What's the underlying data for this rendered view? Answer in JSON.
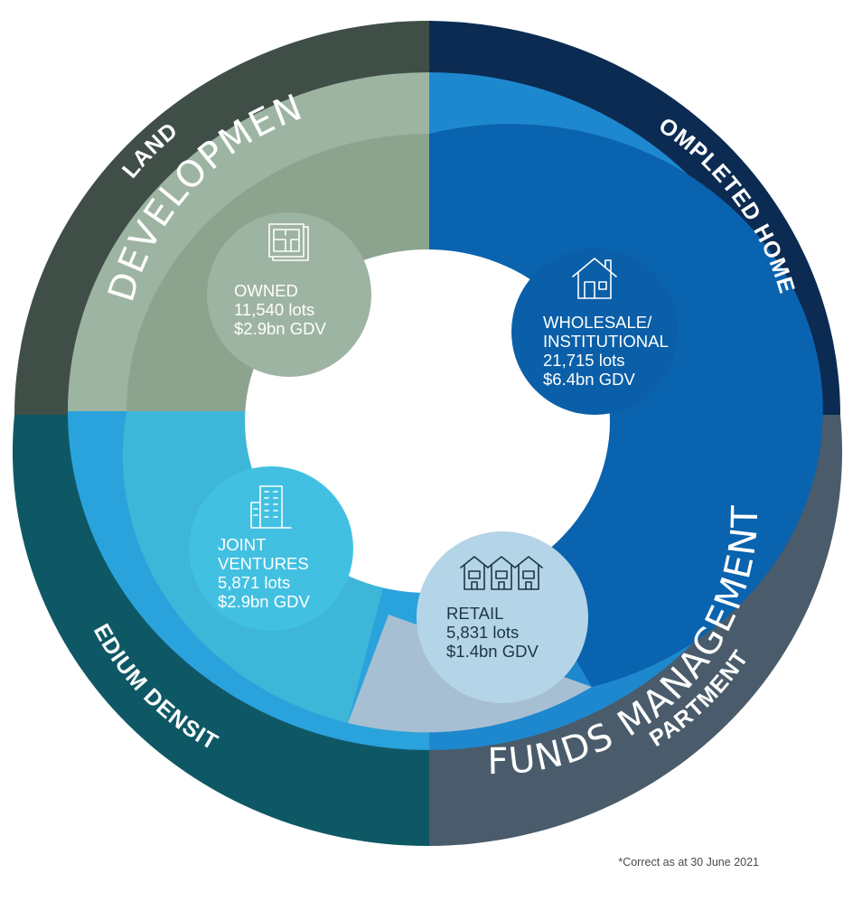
{
  "colors": {
    "land": "#3f4f47",
    "completed_homes": "#0b2b52",
    "apartments": "#4a5c6b",
    "medium_density": "#0e5865",
    "development_band": "#9eb4a2",
    "development_inner": "#8ca38e",
    "funds_band_top": "#1e88cf",
    "funds_band_bottom": "#2aa2dc",
    "wholesale_inner": "#0a63ae",
    "jv_inner": "#3db6d8",
    "retail_inner": "#a7bfd2",
    "bubble_owned": "#9eb4a2",
    "bubble_wholesale": "#0b5fa8",
    "bubble_jv": "#42c0e2",
    "bubble_retail": "#b4d4e7"
  },
  "outer_ring": {
    "land": "LAND",
    "completed_homes": "COMPLETED HOMES",
    "apartments": "APARTMENTS",
    "medium_density": "MEDIUM DENSITY"
  },
  "middle_ring": {
    "development": "DEVELOPMENT",
    "funds_management": "FUNDS MANAGEMENT"
  },
  "bubbles": {
    "owned": {
      "icon": "blueprint-icon",
      "lines": [
        "OWNED",
        "11,540 lots",
        "$2.9bn GDV"
      ]
    },
    "wholesale": {
      "icon": "house-icon",
      "lines": [
        "WHOLESALE/",
        "INSTITUTIONAL",
        "21,715 lots",
        "$6.4bn GDV"
      ]
    },
    "joint_ventures": {
      "icon": "building-icon",
      "lines": [
        "JOINT",
        "VENTURES",
        "5,871 lots",
        "$2.9bn GDV"
      ]
    },
    "retail": {
      "icon": "townhouses-icon",
      "lines": [
        "RETAIL",
        "5,831 lots",
        "$1.4bn GDV"
      ]
    }
  },
  "footnote": "*Correct as at 30 June 2021"
}
